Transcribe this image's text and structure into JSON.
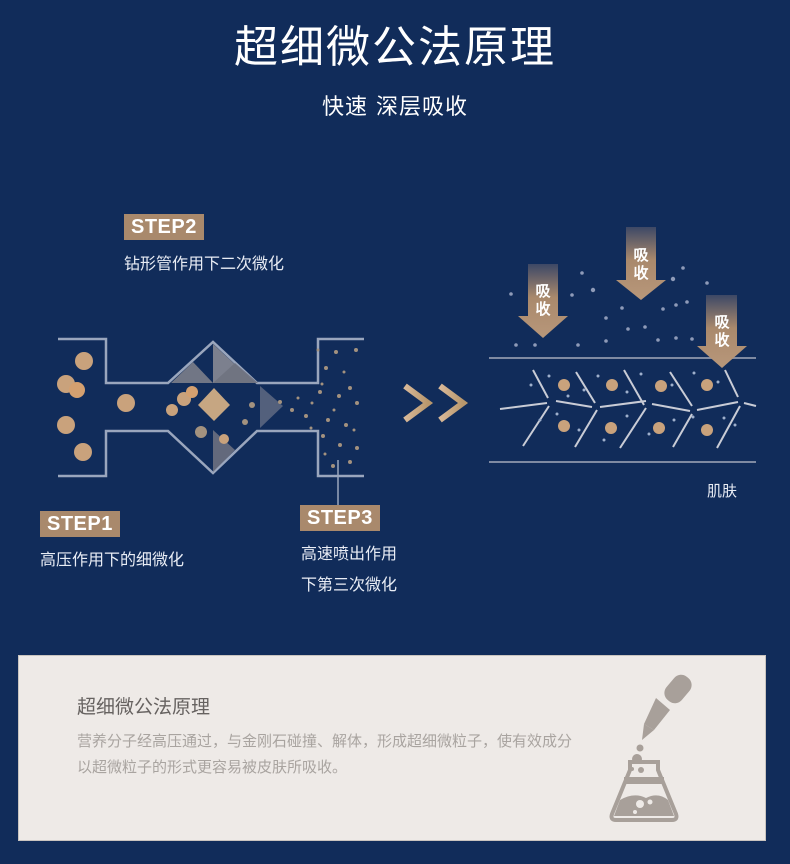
{
  "header": {
    "title": "超细微公法原理",
    "subtitle": "快速 深层吸收"
  },
  "steps": [
    {
      "badge": "STEP1",
      "description_lines": [
        "高压作用下的细微化"
      ]
    },
    {
      "badge": "STEP2",
      "description_lines": [
        "钻形管作用下二次微化"
      ]
    },
    {
      "badge": "STEP3",
      "description_lines": [
        "高速喷出作用",
        "下第三次微化"
      ]
    }
  ],
  "process_arrow": ">>",
  "absorption": {
    "arrow_labels": [
      "吸收",
      "吸收",
      "吸收"
    ],
    "skin_label": "肌肤"
  },
  "info_card": {
    "title": "超细微公法原理",
    "body_lines": [
      "营养分子经高压通过，与金刚石碰撞、解体，形成超细微粒子，使有效成分",
      "以超微粒子的形式更容易被皮肤所吸收。"
    ],
    "icon": "lab-flask-dropper-icon"
  },
  "colors": {
    "background": "#112c5a",
    "accent_tan": "#a9896c",
    "particle": "#c9a27c",
    "pipe_line": "#9aa6bd",
    "card_bg": "#eeeae7",
    "icon_gray": "#a8a09a"
  }
}
